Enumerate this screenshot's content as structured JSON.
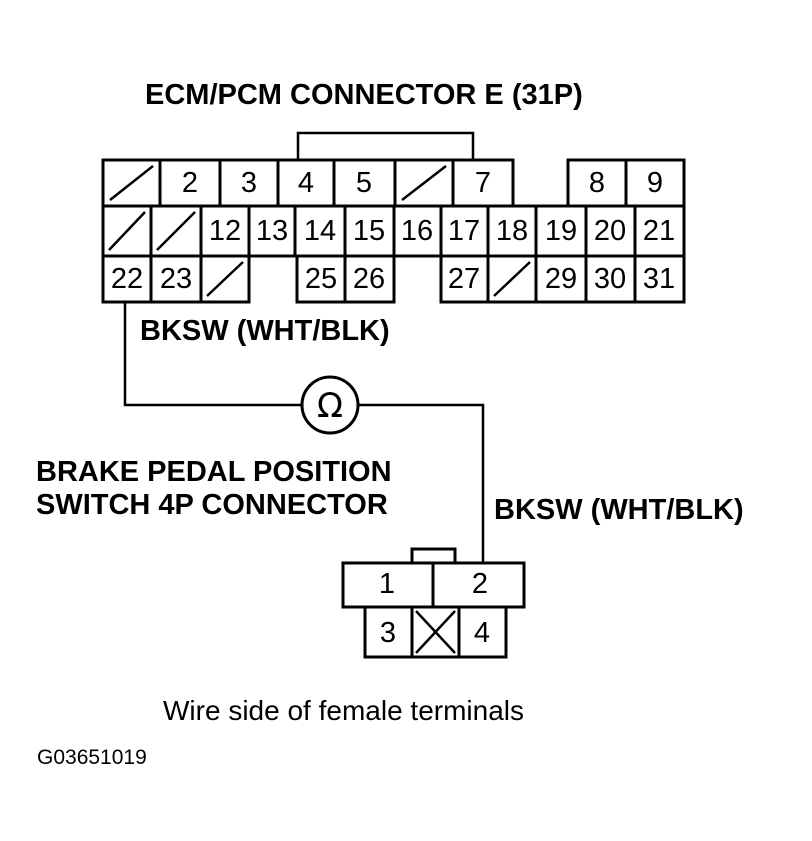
{
  "ecm_title": "ECM/PCM CONNECTOR E (31P)",
  "ecm_wire_label": "BKSW (WHT/BLK)",
  "switch_label_line1": "BRAKE PEDAL POSITION",
  "switch_label_line2": "SWITCH 4P CONNECTOR",
  "switch_wire_label": "BKSW (WHT/BLK)",
  "meter_symbol": "Ω",
  "caption": "Wire side of female terminals",
  "figure_code": "G03651019",
  "ecm_pins": {
    "row1": [
      "",
      "2",
      "3",
      "4",
      "5",
      "",
      "7",
      "8",
      "9"
    ],
    "row2": [
      "",
      "",
      "12",
      "13",
      "14",
      "15",
      "16",
      "17",
      "18",
      "19",
      "20",
      "21"
    ],
    "row3": [
      "22",
      "23",
      "",
      "25",
      "26",
      "27",
      "",
      "29",
      "30",
      "31"
    ]
  },
  "switch_pins": {
    "top": [
      "1",
      "2"
    ],
    "bottom": [
      "3",
      "",
      "4"
    ]
  },
  "colors": {
    "ink": "#000000",
    "paper": "#ffffff"
  }
}
